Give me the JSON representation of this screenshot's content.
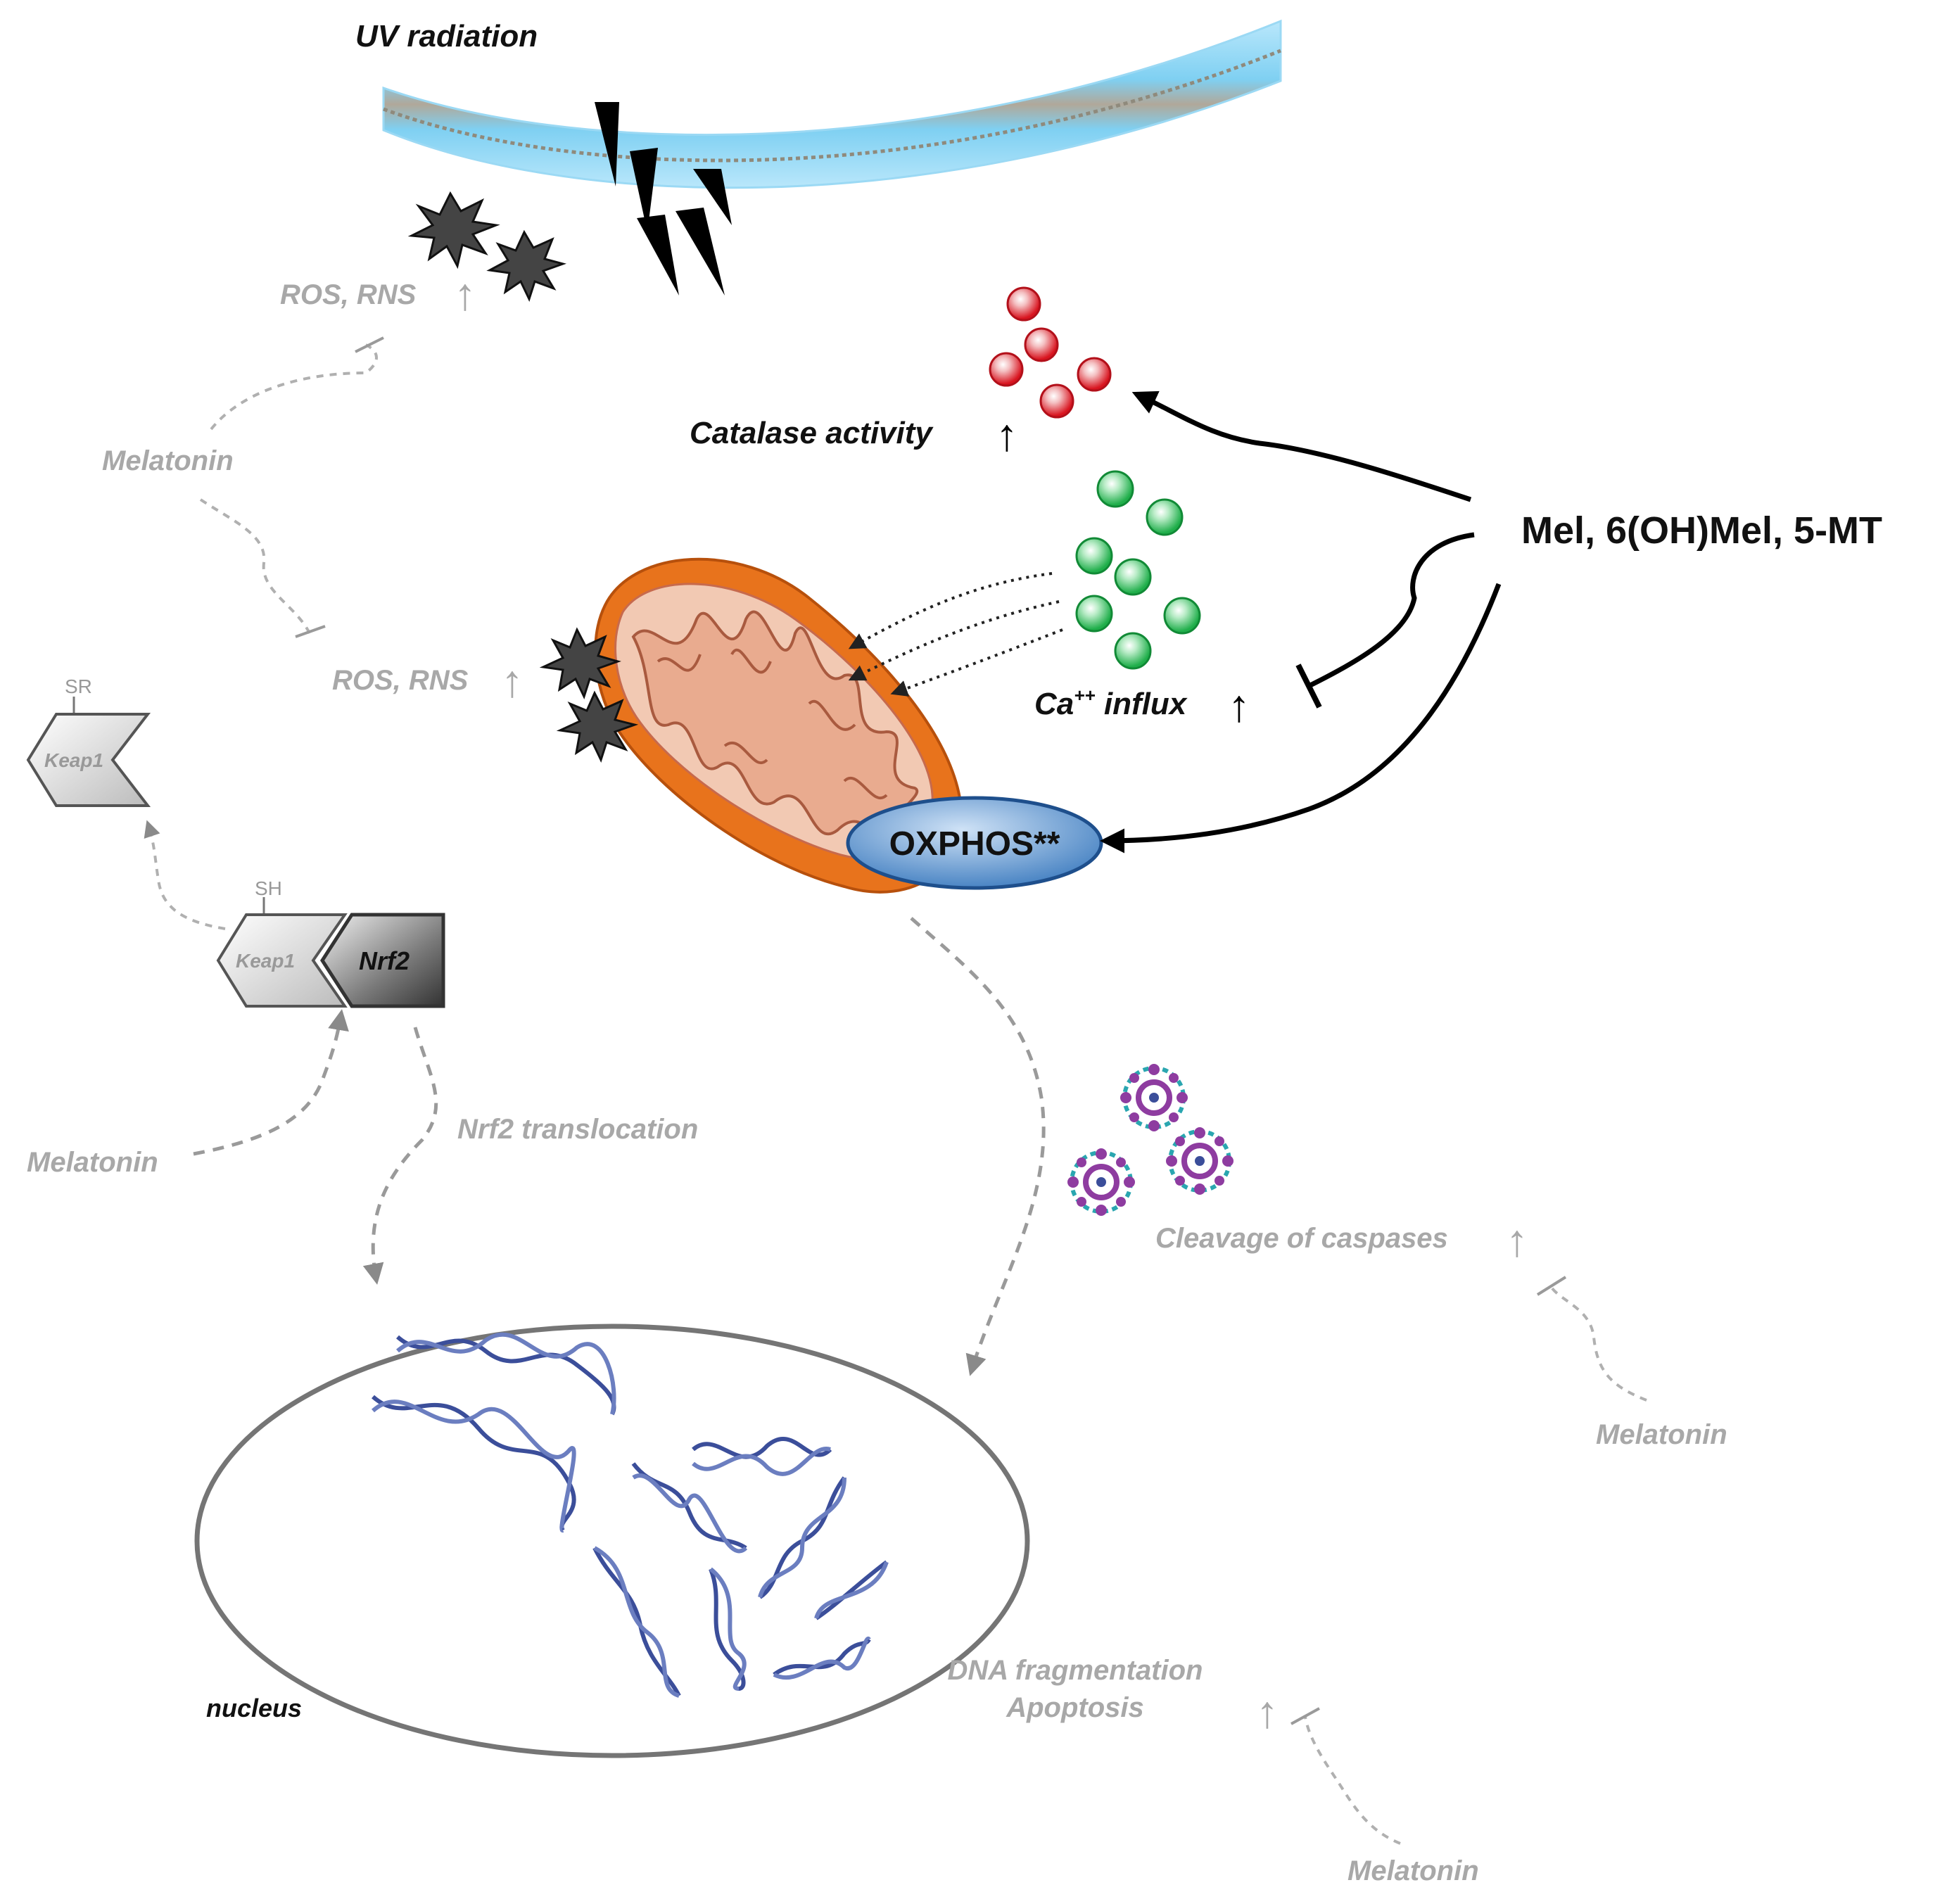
{
  "labels": {
    "uv_radiation": "UV radiation",
    "ros_rns_top": "ROS, RNS",
    "ros_rns_mid": "ROS, RNS",
    "melatonin_top": "Melatonin",
    "melatonin_keap": "Melatonin",
    "melatonin_caspase": "Melatonin",
    "melatonin_dna": "Melatonin",
    "catalase_activity": "Catalase activity",
    "ca_base": "Ca",
    "ca_sup": "++",
    "ca_rest": " influx",
    "mel_compounds": "Mel, 6(OH)Mel, 5-MT",
    "oxphos": "OXPHOS**",
    "sr": "SR",
    "sh": "SH",
    "keap1_oxidized": "Keap1",
    "keap1_bound": "Keap1",
    "nrf2": "Nrf2",
    "nrf2_translocation": "Nrf2 translocation",
    "cleavage_caspases": "Cleavage of caspases",
    "dna_fragmentation": "DNA fragmentation",
    "apoptosis": "Apoptosis",
    "nucleus": "nucleus",
    "up_arrow": "↑"
  },
  "colors": {
    "membrane": "#7fd0f2",
    "catalase": "#d8141f",
    "calcium": "#1fae4a",
    "mito_outer": "#e8731c",
    "mito_inner": "#e9ab8f",
    "oxphos": "#4a86c6",
    "dna": "#3b4e9a",
    "caspase": "#8e3ca0"
  }
}
